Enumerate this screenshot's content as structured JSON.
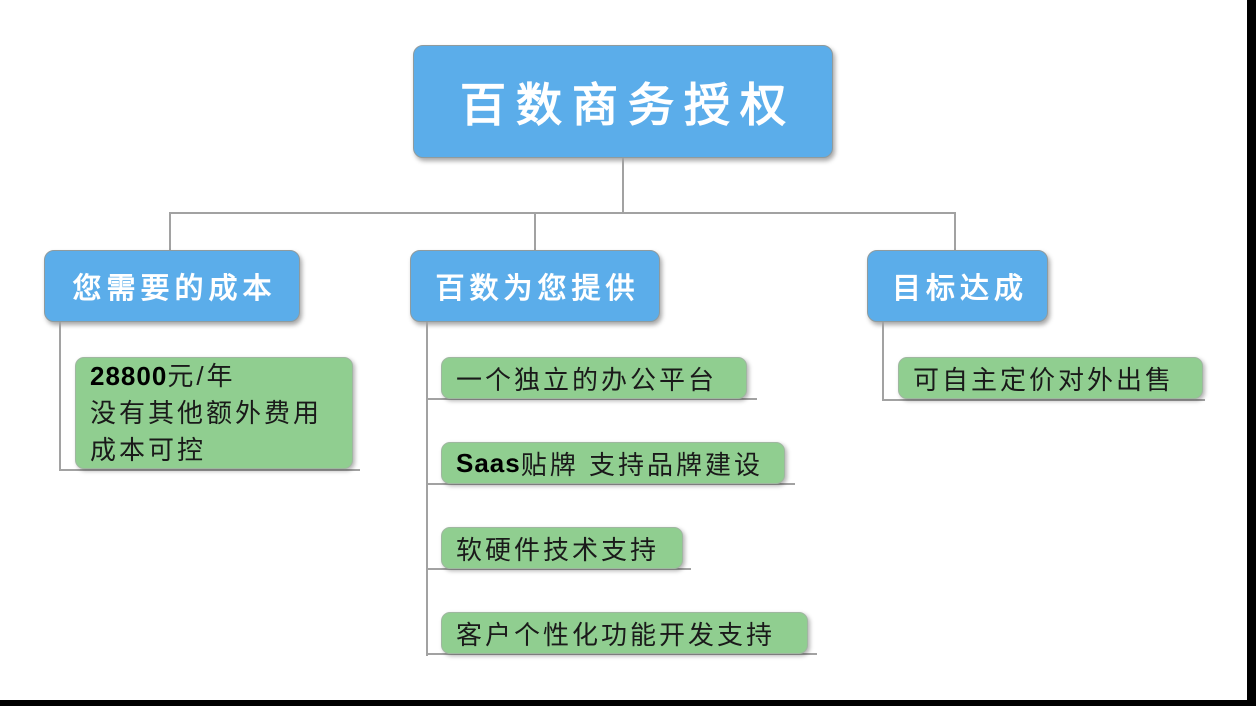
{
  "diagram": {
    "title": "百数商务授权",
    "root": {
      "label": "百数商务授权"
    },
    "branches": [
      {
        "label": "您需要的成本",
        "children": [
          {
            "line1_bold": "28800",
            "line1_rest": "元/年",
            "line2": "没有其他额外费用",
            "line3": "成本可控"
          }
        ]
      },
      {
        "label": "百数为您提供",
        "children": [
          {
            "bold": "",
            "text": "一个独立的办公平台"
          },
          {
            "bold": "Saas",
            "text": "贴牌 支持品牌建设"
          },
          {
            "bold": "",
            "text": "软硬件技术支持"
          },
          {
            "bold": "",
            "text": "客户个性化功能开发支持"
          }
        ]
      },
      {
        "label": "目标达成",
        "children": [
          {
            "bold": "",
            "text": "可自主定价对外出售"
          }
        ]
      }
    ],
    "colors": {
      "parent_node": "#5badea",
      "leaf_node": "#90ce90",
      "connector": "#a2a2a2",
      "parent_text": "#ffffff",
      "leaf_text": "#1a1a1a",
      "edge_bar": "#000000"
    }
  }
}
